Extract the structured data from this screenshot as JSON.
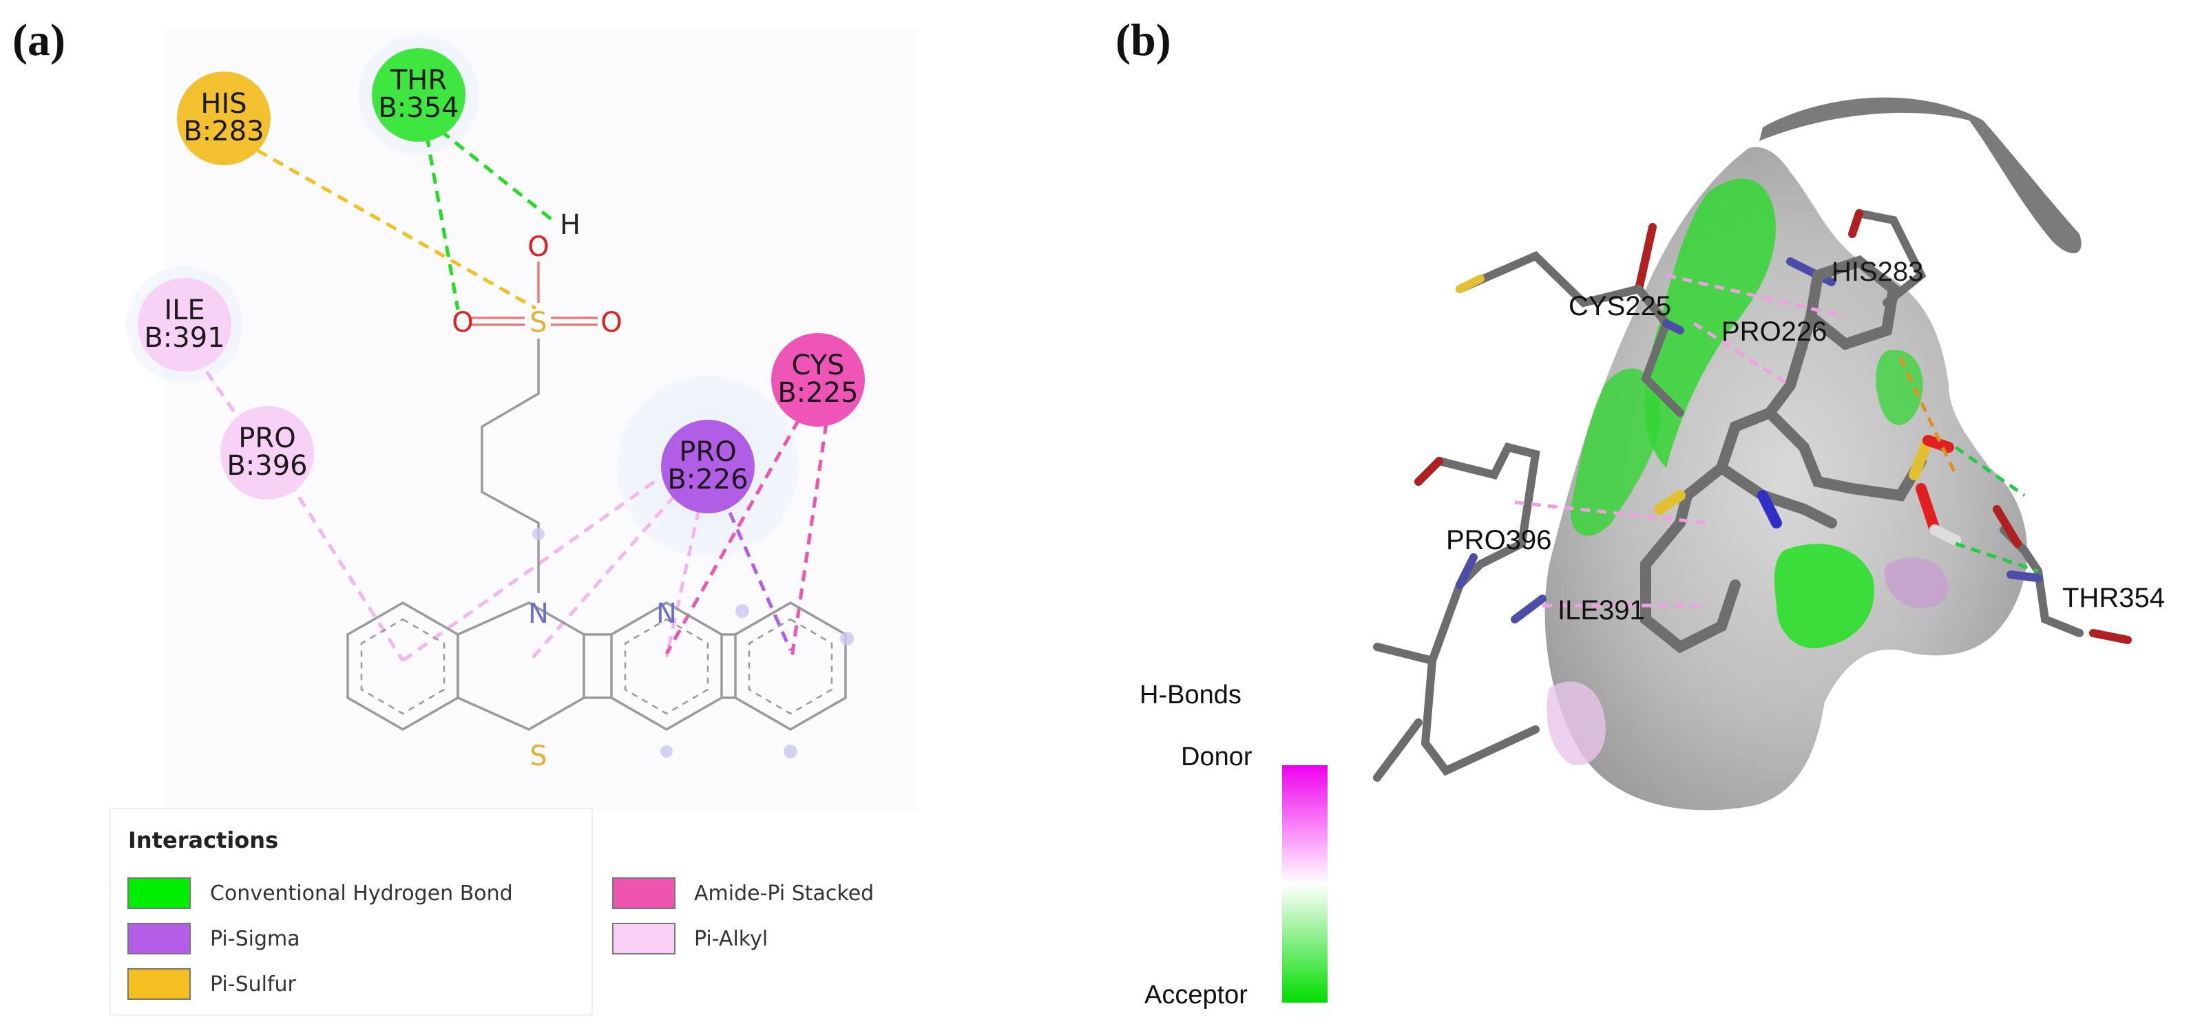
{
  "panels": {
    "a_label": "(a)",
    "b_label": "(b)"
  },
  "residues_2d": [
    {
      "name": "HIS",
      "chain": "B:283",
      "color": "#f3c02f"
    },
    {
      "name": "THR",
      "chain": "B:354",
      "color": "#3fe63f"
    },
    {
      "name": "ILE",
      "chain": "B:391",
      "color": "#f8d2f6"
    },
    {
      "name": "PRO",
      "chain": "B:396",
      "color": "#f8d2f6"
    },
    {
      "name": "CYS",
      "chain": "B:225",
      "color": "#ee55b6"
    },
    {
      "name": "PRO",
      "chain": "B:226",
      "color": "#b05ee6"
    }
  ],
  "ligand_atoms": {
    "sulfonyl_s": "S",
    "oxygen_left": "O",
    "oxygen_right": "O",
    "oxygen_top": "O",
    "hydrogen": "H",
    "ring_n1": "N",
    "ring_n2": "N",
    "ring_s": "S"
  },
  "legend": {
    "title": "Interactions",
    "items": [
      {
        "label": "Conventional Hydrogen Bond",
        "color": "#00ee00"
      },
      {
        "label": "Pi-Sigma",
        "color": "#b45de8"
      },
      {
        "label": "Pi-Sulfur",
        "color": "#f5bf1f"
      },
      {
        "label": "Amide-Pi Stacked",
        "color": "#ee55b0"
      },
      {
        "label": "Pi-Alkyl",
        "color": "#fbd0f6"
      }
    ]
  },
  "labels_3d": {
    "his": "HIS283",
    "cys": "CYS225",
    "pro226": "PRO226",
    "pro396": "PRO396",
    "ile391": "ILE391",
    "thr354": "THR354"
  },
  "hbond_scale": {
    "title": "H-Bonds",
    "top": "Donor",
    "bottom": "Acceptor",
    "donor_color": "#ee00ee",
    "acceptor_color": "#00dd00"
  }
}
